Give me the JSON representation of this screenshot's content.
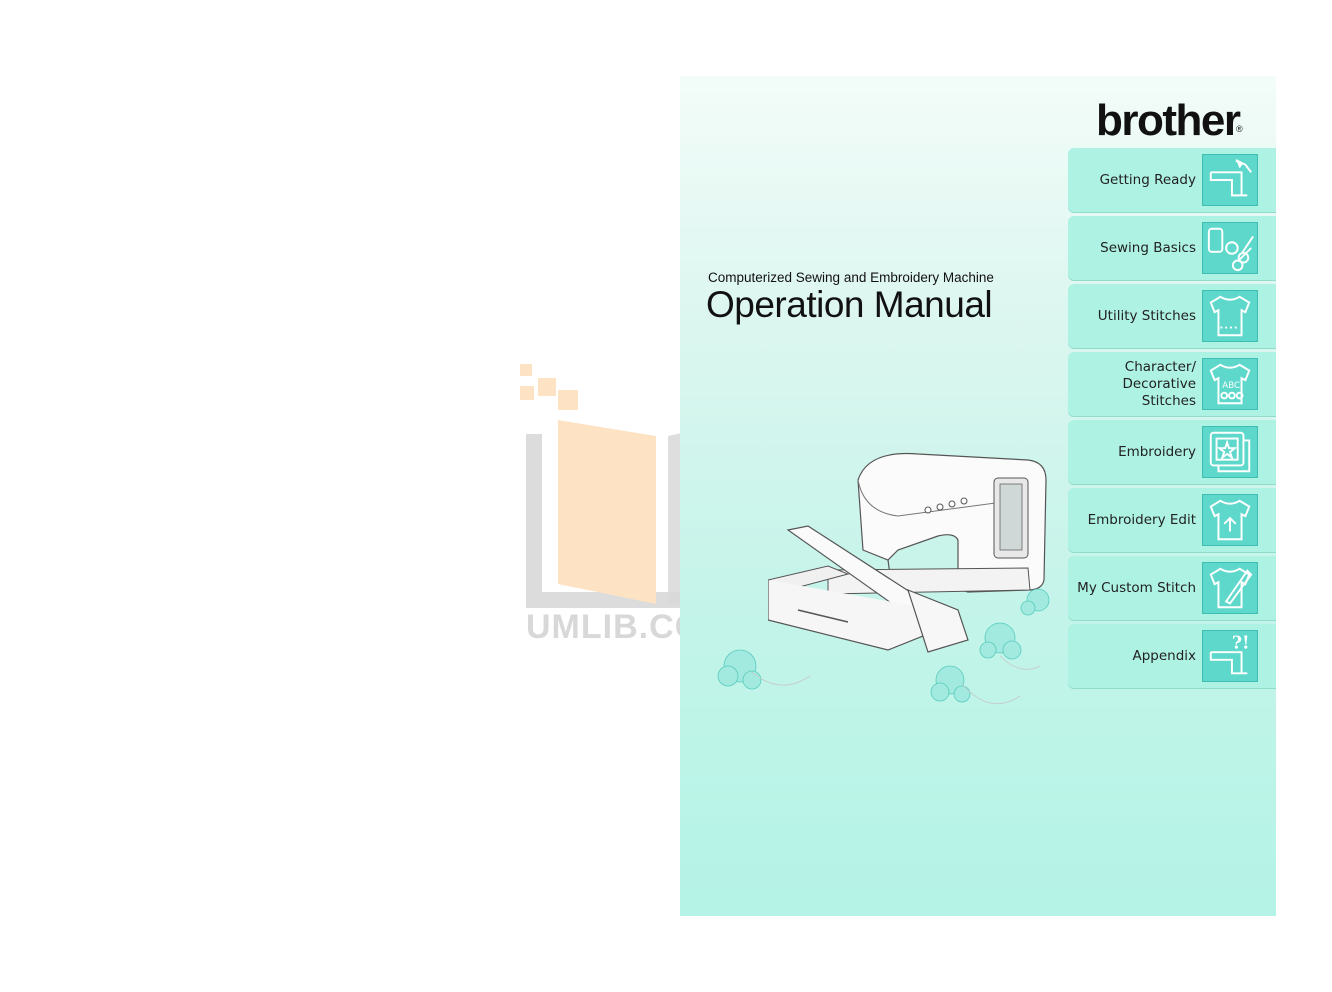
{
  "brand": {
    "logo_text": "brother",
    "reg_mark": "®"
  },
  "cover": {
    "subtitle": "Computerized Sewing and Embroidery Machine",
    "title": "Operation Manual"
  },
  "tabs": [
    {
      "label": "Getting Ready",
      "icon": "sewing-machine-hand-icon"
    },
    {
      "label": "Sewing Basics",
      "icon": "thread-scissors-icon"
    },
    {
      "label": "Utility Stitches",
      "icon": "shirt-stitch-icon"
    },
    {
      "label": "Character/\nDecorative Stitches",
      "icon": "shirt-abc-icon"
    },
    {
      "label": "Embroidery",
      "icon": "embroidery-frame-icon"
    },
    {
      "label": "Embroidery Edit",
      "icon": "shirt-edit-icon"
    },
    {
      "label": "My Custom Stitch",
      "icon": "shirt-pen-icon"
    },
    {
      "label": "Appendix",
      "icon": "machine-question-icon"
    }
  ],
  "watermark": {
    "text": "UMLIB.COM"
  },
  "colors": {
    "cover_bg": "#c3f4e9",
    "tab_bg": "#aef2e4",
    "icon_bg": "#5fd8cc"
  }
}
